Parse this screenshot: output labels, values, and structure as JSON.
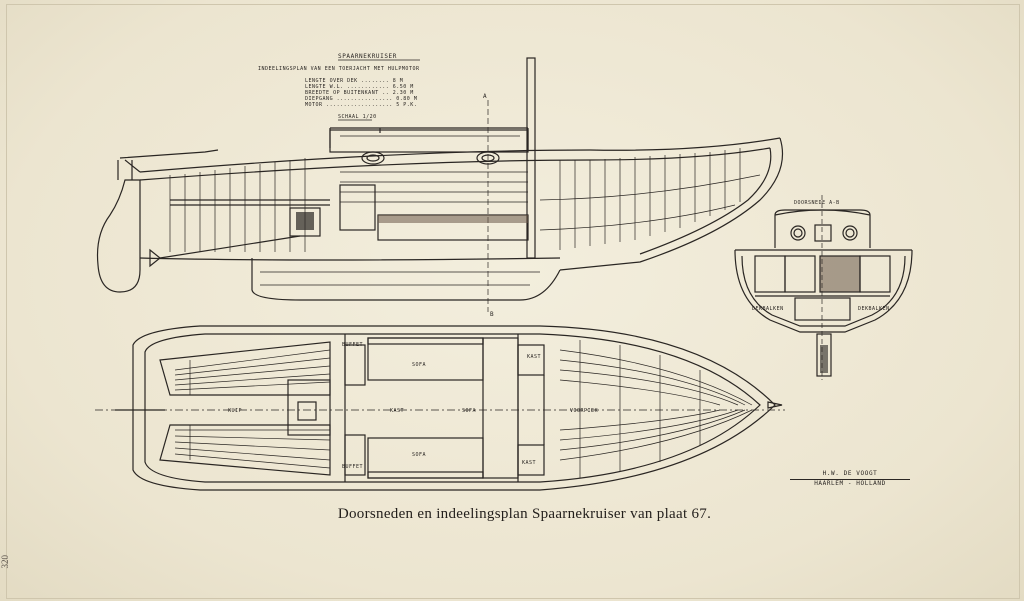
{
  "caption": "Doorsneden en indeelingsplan Spaarnekruiser van plaat 67.",
  "page_number": "320",
  "title_block": {
    "title": "SPAARNEKRUISER",
    "subtitle": "INDEELINGSPLAN VAN EEN TOERJACHT MET HULPMOTOR",
    "specs": [
      "LENGTE OVER DEK ........ 8 M",
      "LENGTE W.L. ............ 6.50 M",
      "BREEDTE OP BUITENKANT .. 2.30 M",
      "DIEPGANG ................ 0.80 M",
      "MOTOR ................... 5 P.K."
    ],
    "scale": "SCHAAL 1/20"
  },
  "section_label": "DOORSNEDE A-B",
  "section_marker_top": "A",
  "section_marker_bottom": "B",
  "section_labels": {
    "left": "DEKBALKEN",
    "right": "DEKBALKEN"
  },
  "plan_labels": {
    "buffet_top": "BUFFET",
    "sofa_top": "SOFA",
    "kast_top": "KAST",
    "kuip": "KUIP",
    "kast_mid": "KAST",
    "sofa_mid": "SOFA",
    "voorpiek": "VOORPIEK",
    "sofa_bottom": "SOFA",
    "buffet_bottom": "BUFFET",
    "kast_bottom": "KAST"
  },
  "stamp": {
    "line1": "H.W. DE VOOGT",
    "line2": "HAARLEM - HOLLAND"
  }
}
